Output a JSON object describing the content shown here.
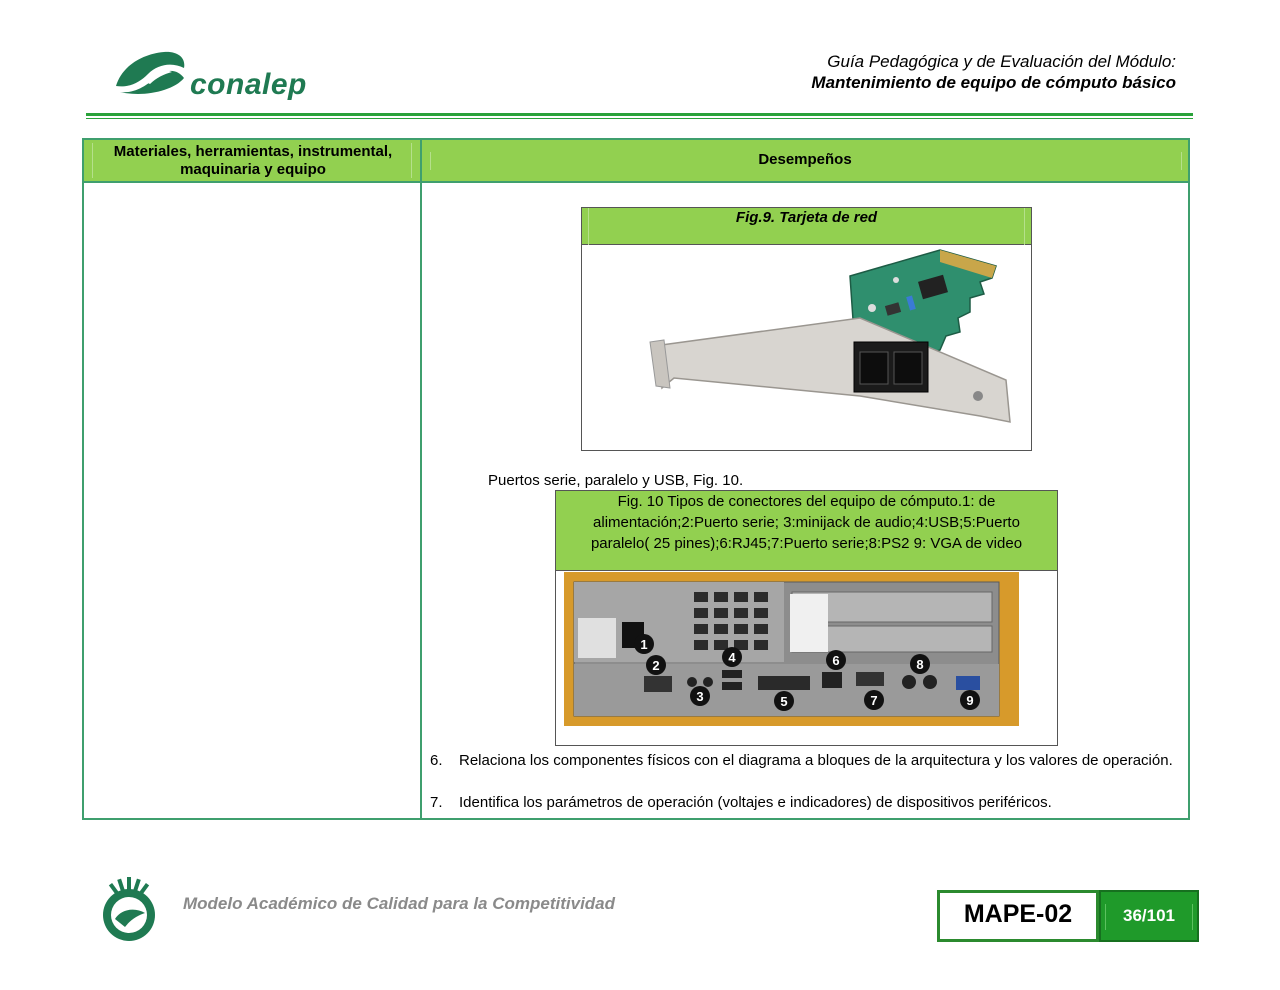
{
  "header": {
    "brand": "conalep",
    "line1": "Guía Pedagógica y de Evaluación del Módulo:",
    "line2": "Mantenimiento de equipo de cómputo básico"
  },
  "table": {
    "col_left_header": "Materiales, herramientas, instrumental, maquinaria y equipo",
    "col_right_header": "Desempeños"
  },
  "fig9": {
    "caption": "Fig.9. Tarjeta de red"
  },
  "ports_text": "Puertos serie, paralelo y USB, Fig. 10.",
  "fig10": {
    "caption": "Fig. 10 Tipos de conectores del equipo de cómputo.1: de alimentación;2:Puerto serie; 3:minijack de audio;4:USB;5:Puerto paralelo( 25 pines);6:RJ45;7:Puerto serie;8:PS2 9: VGA de video",
    "markers": [
      "1",
      "2",
      "3",
      "4",
      "5",
      "6",
      "7",
      "8",
      "9"
    ]
  },
  "list": [
    {
      "num": "6.",
      "text": "Relaciona los componentes físicos con el diagrama a bloques de la arquitectura y los valores de operación."
    },
    {
      "num": "7.",
      "text": "Identifica los parámetros de operación (voltajes e indicadores) de dispositivos periféricos."
    }
  ],
  "footer": {
    "tagline": "Modelo Académico de Calidad para la Competitividad",
    "code": "MAPE-02",
    "page": "36/101"
  },
  "colors": {
    "green_header": "#92d050",
    "border_green": "#3f9f6e",
    "brand_green": "#1f7a52"
  }
}
